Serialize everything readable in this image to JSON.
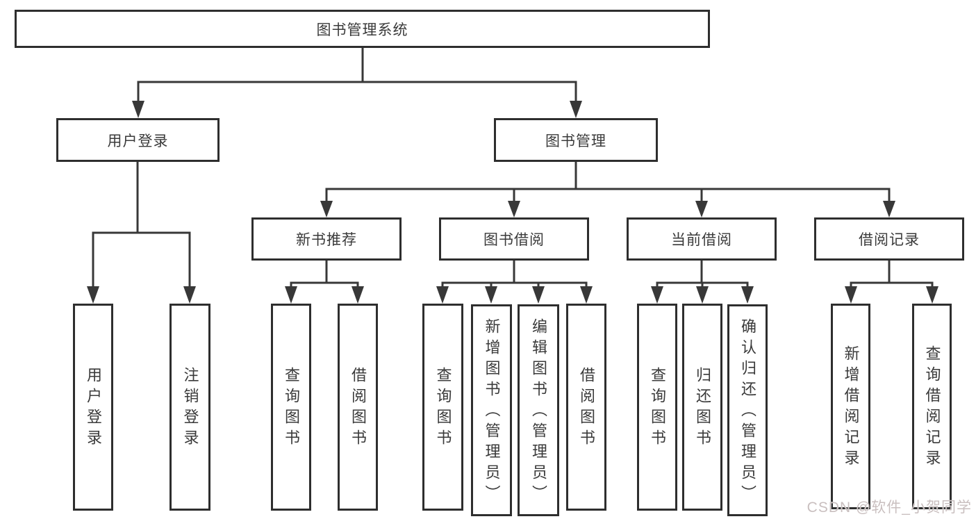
{
  "diagram": {
    "root": {
      "label": "图书管理系统"
    },
    "level2": [
      {
        "label": "用户登录"
      },
      {
        "label": "图书管理"
      }
    ],
    "level3": [
      {
        "label": "新书推荐"
      },
      {
        "label": "图书借阅"
      },
      {
        "label": "当前借阅"
      },
      {
        "label": "借阅记录"
      }
    ],
    "leaves": {
      "user_login": [
        "用户登录",
        "注销登录"
      ],
      "new_books": [
        "查询图书",
        "借阅图书"
      ],
      "borrow": [
        "查询图书",
        "新增图书（管理员）",
        "编辑图书（管理员）",
        "借阅图书"
      ],
      "current": [
        "查询图书",
        "归还图书",
        "确认归还（管理员）"
      ],
      "records": [
        "新增借阅记录",
        "查询借阅记录"
      ]
    }
  },
  "colors": {
    "line": "#383838",
    "box_border": "#2e2e2e",
    "text": "#3a3a3a",
    "watermark": "#c9bfbf"
  },
  "watermark": {
    "text": "CSDN @软件_小贺同学"
  }
}
